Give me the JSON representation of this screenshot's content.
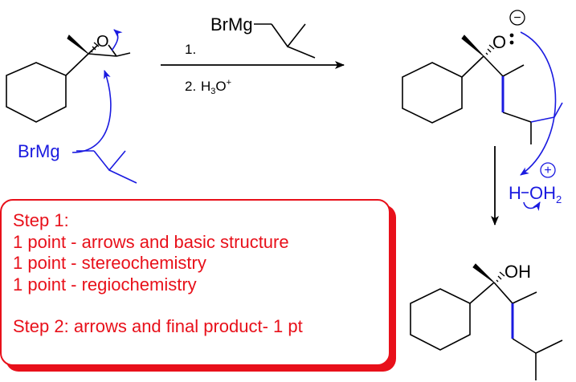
{
  "colors": {
    "black": "#000000",
    "mechanism_blue": "#1a1ae0",
    "note_red": "#e8101a"
  },
  "reagents": {
    "grignard_top": "BrMg",
    "step1_number": "1.",
    "step2_number": "2.",
    "step2_reagent_base": "H",
    "step2_reagent_sub": "3",
    "step2_reagent_tail": "O",
    "step2_reagent_sup": "+"
  },
  "starting_material": {
    "epoxide_oxygen": "O",
    "nucleophile_label": "BrMg"
  },
  "intermediate": {
    "oxygen": "O",
    "charge_symbol": "−",
    "hydronium_h": "H",
    "hydronium_o": "OH",
    "hydronium_sub": "2",
    "hydronium_charge": "+"
  },
  "product": {
    "hydroxyl": "OH"
  },
  "grading": {
    "step1_title": "Step 1:",
    "step1_points": [
      "1 point - arrows and basic structure",
      "1 point - stereochemistry",
      "1 point - regiochemistry"
    ],
    "step2": "Step 2: arrows and final product- 1 pt"
  }
}
